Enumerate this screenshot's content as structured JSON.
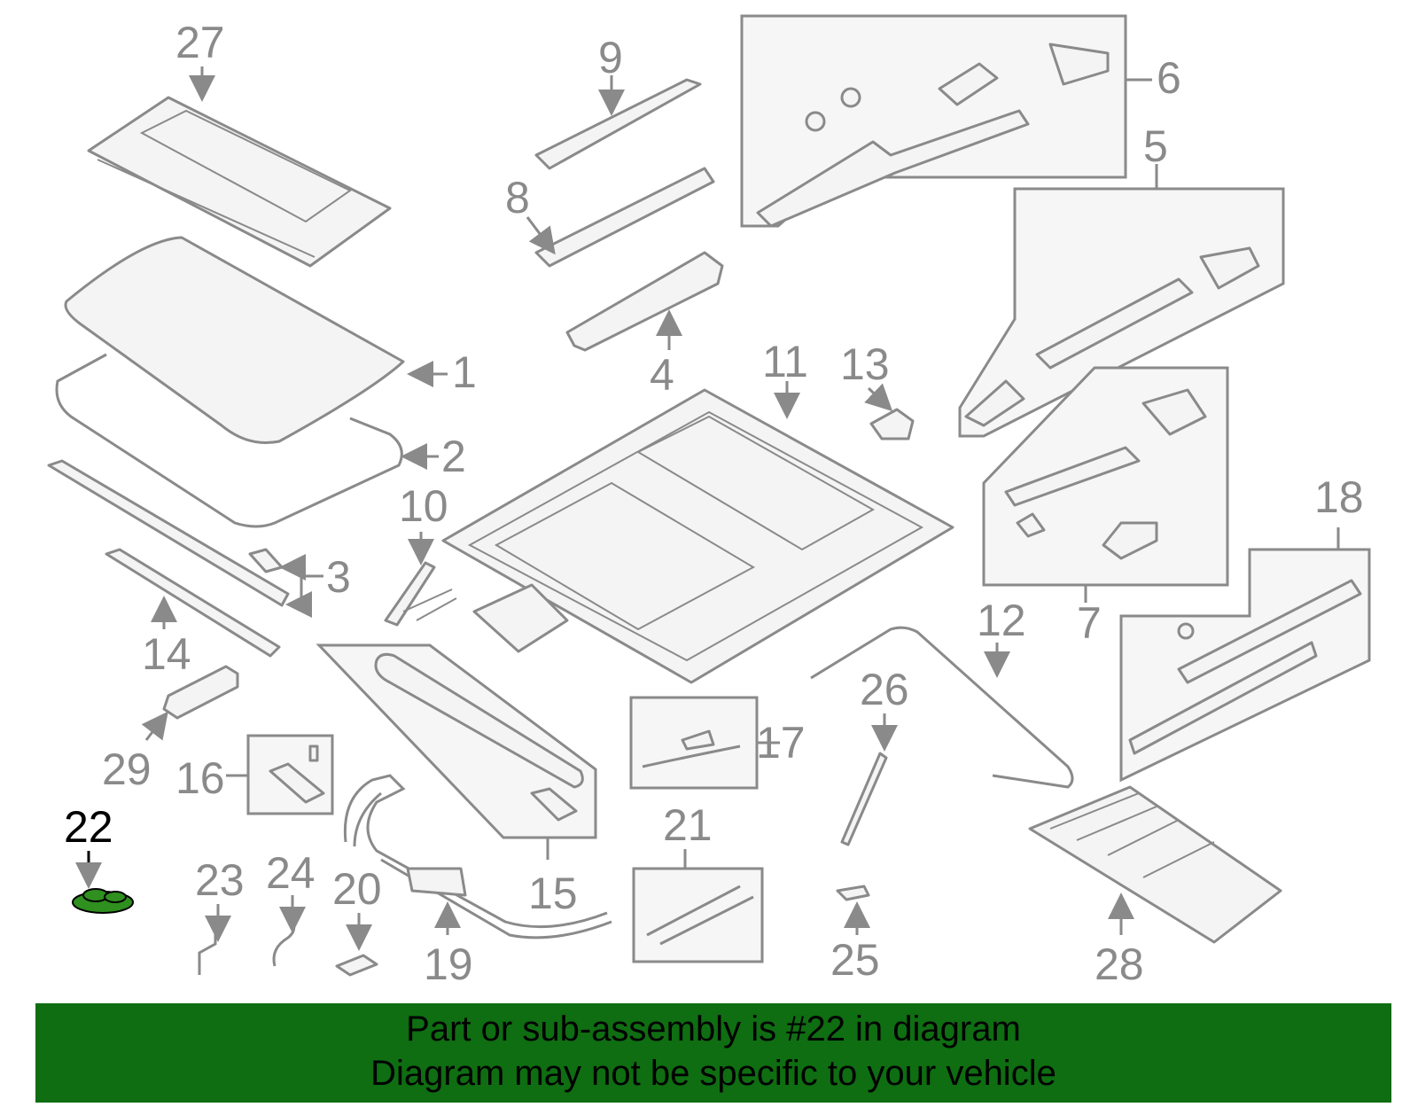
{
  "highlight_color": "#2f8f1f",
  "banner_color": "#0f6d12",
  "labels": {
    "p1": "1",
    "p2": "2",
    "p3": "3",
    "p4": "4",
    "p5": "5",
    "p6": "6",
    "p7": "7",
    "p8": "8",
    "p9": "9",
    "p10": "10",
    "p11": "11",
    "p12": "12",
    "p13": "13",
    "p14": "14",
    "p15": "15",
    "p16": "16",
    "p17": "17",
    "p18": "18",
    "p19": "19",
    "p20": "20",
    "p21": "21",
    "p22": "22",
    "p23": "23",
    "p24": "24",
    "p25": "25",
    "p26": "26",
    "p27": "27",
    "p28": "28",
    "p29": "29"
  },
  "banner": {
    "line1": "Part or sub-assembly is #22 in diagram",
    "line2": "Diagram may not be specific to your vehicle"
  }
}
